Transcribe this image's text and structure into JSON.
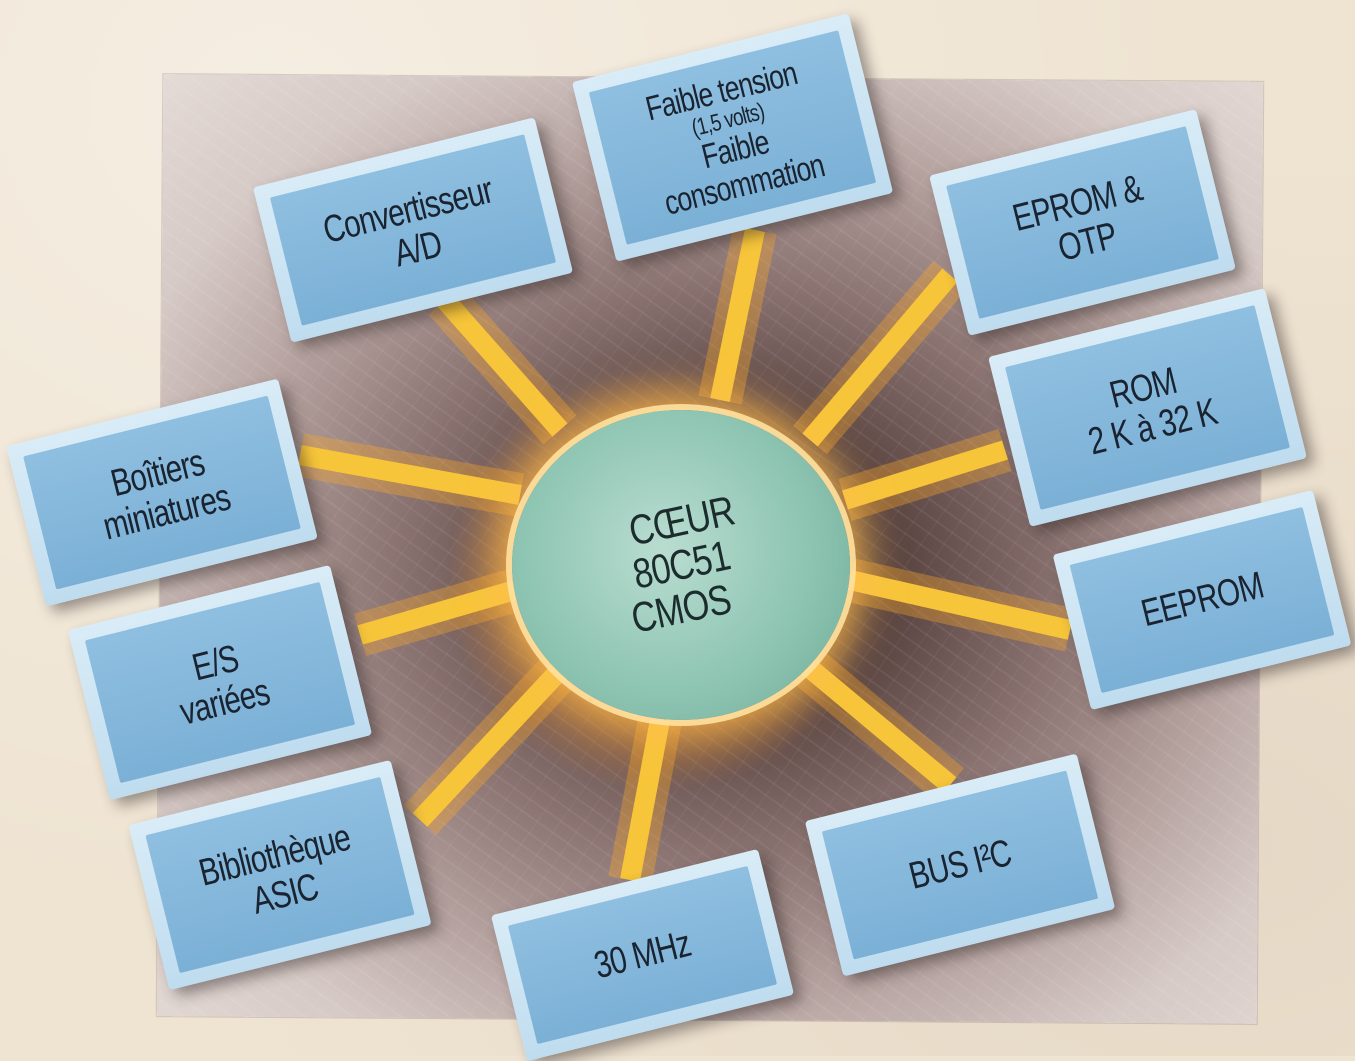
{
  "diagram": {
    "core": {
      "lines": [
        "CŒUR",
        "80C51",
        "CMOS"
      ]
    },
    "blocks": {
      "convertisseur": [
        "Convertisseur",
        "A/D"
      ],
      "faible_tension": {
        "line1": "Faible tension",
        "line2": "(1,5 volts)",
        "line3": "Faible",
        "line4": "consommation"
      },
      "eprom": [
        "EPROM &",
        "OTP"
      ],
      "rom": [
        "ROM",
        "2 K à 32 K"
      ],
      "eeprom": [
        "EEPROM"
      ],
      "bus": [
        "BUS I²C"
      ],
      "mhz": [
        "30 MHz"
      ],
      "asic": [
        "Bibliothèque",
        "ASIC"
      ],
      "es": [
        "E/S",
        "variées"
      ],
      "boitiers": [
        "Boîtiers",
        "miniatures"
      ]
    },
    "colors": {
      "chip_outer": "#cfe5f3",
      "chip_face": "#85b8db",
      "core": "#8fc5b3",
      "ray": "#f7c53a",
      "panel_center": "#3a2a28",
      "page": "#efe4d2"
    }
  }
}
